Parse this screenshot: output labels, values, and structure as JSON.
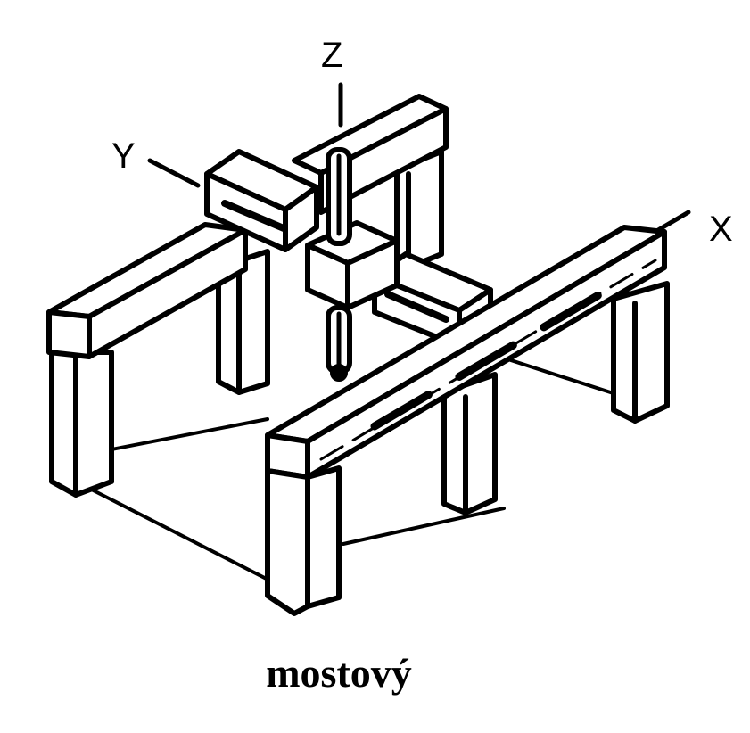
{
  "diagram": {
    "axis_labels": {
      "z": "Z",
      "y": "Y",
      "x": "X"
    },
    "caption": "mostový",
    "colors": {
      "ink": "#000000",
      "paper": "#ffffff"
    }
  }
}
